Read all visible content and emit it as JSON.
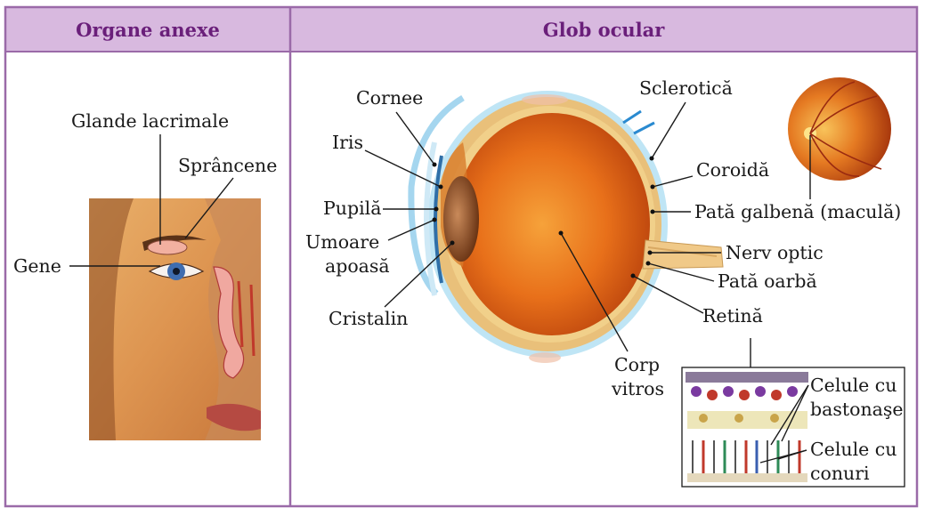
{
  "table": {
    "col1_header": "Organe anexe",
    "col2_header": "Glob ocular"
  },
  "annex_labels": {
    "glande_lacrimale": "Glande lacrimale",
    "sprancene": "Sprâncene",
    "gene": "Gene"
  },
  "eye_labels": {
    "cornee": "Cornee",
    "iris": "Iris",
    "pupila": "Pupilă",
    "umoare_line1": "Umoare",
    "umoare_line2": "apoasă",
    "cristalin": "Cristalin",
    "sclerotica": "Sclerotică",
    "coroida": "Coroidă",
    "pata_galbena": "Pată galbenă (maculă)",
    "nerv_optic": "Nerv optic",
    "pata_oarba": "Pată oarbă",
    "retina": "Retină",
    "corp_line1": "Corp",
    "corp_line2": "vitros",
    "bastonase_line1": "Celule cu",
    "bastonase_line2": "bastonaşe",
    "conuri_line1": "Celule cu",
    "conuri_line2": "conuri"
  },
  "colors": {
    "header_bg": "#d8b9df",
    "header_text": "#6a1f7a",
    "border": "#9a6aa8"
  }
}
